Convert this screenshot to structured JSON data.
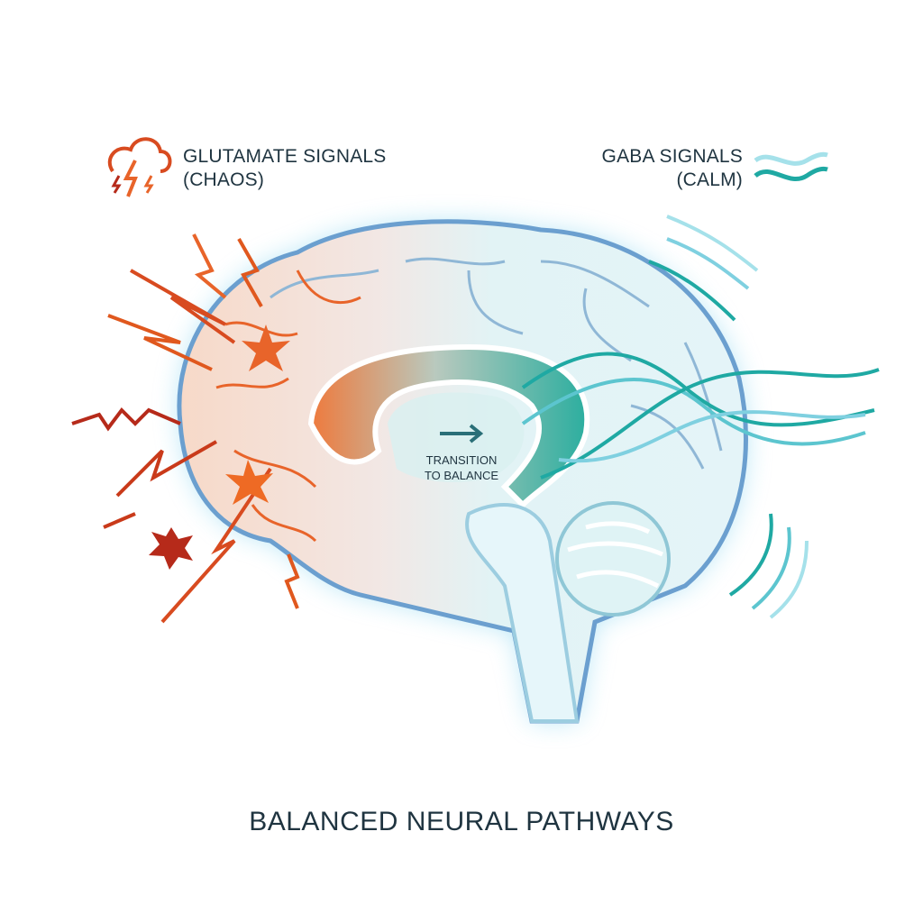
{
  "legend": {
    "glutamate": {
      "line1": "GLUTAMATE SIGNALS",
      "line2": "(CHAOS)",
      "icon": "storm-cloud-lightning-icon",
      "color": "#e0581e"
    },
    "gaba": {
      "line1": "GABA SIGNALS",
      "line2": "(CALM)",
      "icon": "waves-icon",
      "color": "#1fa9a3"
    }
  },
  "center_label": {
    "line1": "TRANSITION",
    "line2": "TO BALANCE",
    "icon": "arrow-right-icon"
  },
  "title": "BALANCED NEURAL PATHWAYS"
}
